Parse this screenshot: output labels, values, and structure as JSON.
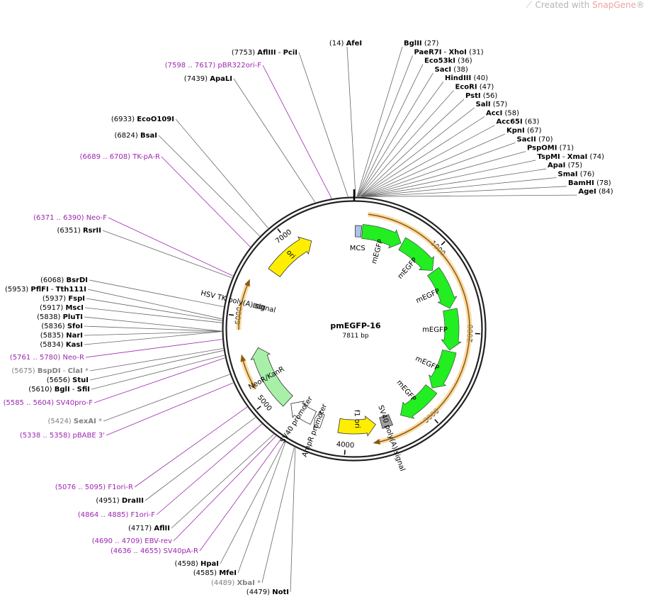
{
  "watermark": {
    "prefix": "Created with",
    "brand": "SnapGene",
    "suffix": "®"
  },
  "plasmid": {
    "name": "pmEGFP-16",
    "length_label": "7811 bp",
    "length": 7811
  },
  "ticks": [
    1000,
    2000,
    3000,
    4000,
    5000,
    6000,
    7000
  ],
  "features": [
    {
      "name": "MCS",
      "start": 14,
      "end": 90,
      "color": "#a8c4e8",
      "kind": "box"
    },
    {
      "name": "mEGFP",
      "start": 95,
      "end": 3300,
      "color": "#22ee22",
      "kind": "segmented"
    },
    {
      "name": "SV40 poly(A) signal",
      "start": 3430,
      "end": 3560,
      "color": "#a0a0a0",
      "kind": "box"
    },
    {
      "name": "f1 ori",
      "start": 3630,
      "end": 4100,
      "color": "#ffee00",
      "kind": "arrow-rev"
    },
    {
      "name": "AmpR promoter",
      "start": 4320,
      "end": 4420,
      "color": "#ffffff",
      "kind": "arrow-fwd"
    },
    {
      "name": "SV40 promoter",
      "start": 4440,
      "end": 4780,
      "color": "#ffffff",
      "kind": "arrow-fwd"
    },
    {
      "name": "NeoR/KanR",
      "start": 4830,
      "end": 5620,
      "color": "#a8f0a8",
      "kind": "arrow-fwd"
    },
    {
      "name": "HSV TK poly(A) signal",
      "start": 6120,
      "end": 6170,
      "color": "#a0a0a0",
      "kind": "box"
    },
    {
      "name": "ori",
      "start": 6620,
      "end": 7250,
      "color": "#ffee00",
      "kind": "arrow-fwd"
    }
  ],
  "orfs": [
    {
      "start": 150,
      "end": 3650,
      "dir": "fwd"
    },
    {
      "start": 5180,
      "end": 5530,
      "dir": "fwd"
    },
    {
      "start": 5850,
      "end": 6360,
      "dir": "fwd"
    }
  ],
  "mEGFP_labels": [
    "mEGFP",
    "mEGFP",
    "mEGFP",
    "mEGFP",
    "mEGFP",
    "mEGFP"
  ],
  "enzymes": [
    {
      "name": "AfeI",
      "pos": "(14)",
      "num": 14,
      "style": "normal",
      "side": "top"
    },
    {
      "name": "BglII",
      "pos": "(27)",
      "num": 27,
      "style": "normal",
      "side": "right"
    },
    {
      "name": "PaeR7I",
      "extra": "XhoI",
      "pos": "(31)",
      "num": 31,
      "style": "normal",
      "side": "right"
    },
    {
      "name": "Eco53kI",
      "pos": "(36)",
      "num": 36,
      "style": "normal",
      "side": "right"
    },
    {
      "name": "SacI",
      "pos": "(38)",
      "num": 38,
      "style": "normal",
      "side": "right"
    },
    {
      "name": "HindIII",
      "pos": "(40)",
      "num": 40,
      "style": "normal",
      "side": "right"
    },
    {
      "name": "EcoRI",
      "pos": "(47)",
      "num": 47,
      "style": "normal",
      "side": "right"
    },
    {
      "name": "PstI",
      "pos": "(56)",
      "num": 56,
      "style": "normal",
      "side": "right"
    },
    {
      "name": "SalI",
      "pos": "(57)",
      "num": 57,
      "style": "normal",
      "side": "right"
    },
    {
      "name": "AccI",
      "pos": "(58)",
      "num": 58,
      "style": "normal",
      "side": "right"
    },
    {
      "name": "Acc65I",
      "pos": "(63)",
      "num": 63,
      "style": "normal",
      "side": "right"
    },
    {
      "name": "KpnI",
      "pos": "(67)",
      "num": 67,
      "style": "normal",
      "side": "right"
    },
    {
      "name": "SacII",
      "pos": "(70)",
      "num": 70,
      "style": "normal",
      "side": "right"
    },
    {
      "name": "PspOMI",
      "pos": "(71)",
      "num": 71,
      "style": "normal",
      "side": "right"
    },
    {
      "name": "TspMI",
      "extra": "XmaI",
      "pos": "(74)",
      "num": 74,
      "style": "normal",
      "side": "right"
    },
    {
      "name": "ApaI",
      "pos": "(75)",
      "num": 75,
      "style": "normal",
      "side": "right"
    },
    {
      "name": "SmaI",
      "pos": "(76)",
      "num": 76,
      "style": "normal",
      "side": "right"
    },
    {
      "name": "BamHI",
      "pos": "(78)",
      "num": 78,
      "style": "normal",
      "side": "right"
    },
    {
      "name": "AgeI",
      "pos": "(84)",
      "num": 84,
      "style": "normal",
      "side": "right"
    },
    {
      "name": "AflIII",
      "extra": "PciI",
      "pos": "(7753)",
      "num": 7753,
      "style": "normal",
      "side": "left"
    },
    {
      "name": "pBR322ori-F",
      "pos": "(7598 .. 7617)",
      "num": 7598,
      "style": "primer",
      "side": "left"
    },
    {
      "name": "ApaLI",
      "pos": "(7439)",
      "num": 7439,
      "style": "normal",
      "side": "left"
    },
    {
      "name": "EcoO109I",
      "pos": "(6933)",
      "num": 6933,
      "style": "normal",
      "side": "left"
    },
    {
      "name": "BsaI",
      "pos": "(6824)",
      "num": 6824,
      "style": "normal",
      "side": "left"
    },
    {
      "name": "TK-pA-R",
      "pos": "(6689 .. 6708)",
      "num": 6689,
      "style": "primer",
      "side": "left"
    },
    {
      "name": "Neo-F",
      "pos": "(6371 .. 6390)",
      "num": 6371,
      "style": "primer",
      "side": "left"
    },
    {
      "name": "RsrII",
      "pos": "(6351)",
      "num": 6351,
      "style": "normal",
      "side": "left"
    },
    {
      "name": "BsrDI",
      "pos": "(6068)",
      "num": 6068,
      "style": "normal",
      "side": "left"
    },
    {
      "name": "PflFI",
      "extra": "Tth111I",
      "pos": "(5953)",
      "num": 5953,
      "style": "normal",
      "side": "left"
    },
    {
      "name": "FspI",
      "pos": "(5937)",
      "num": 5937,
      "style": "normal",
      "side": "left"
    },
    {
      "name": "MscI",
      "pos": "(5917)",
      "num": 5917,
      "style": "normal",
      "side": "left"
    },
    {
      "name": "PluTI",
      "pos": "(5838)",
      "num": 5838,
      "style": "normal",
      "side": "left"
    },
    {
      "name": "SfoI",
      "pos": "(5836)",
      "num": 5836,
      "style": "normal",
      "side": "left"
    },
    {
      "name": "NarI",
      "pos": "(5835)",
      "num": 5835,
      "style": "normal",
      "side": "left"
    },
    {
      "name": "KasI",
      "pos": "(5834)",
      "num": 5834,
      "style": "normal",
      "side": "left"
    },
    {
      "name": "Neo-R",
      "pos": "(5761 .. 5780)",
      "num": 5761,
      "style": "primer",
      "side": "left"
    },
    {
      "name": "BspDI",
      "extra": "ClaI",
      "star": "*",
      "pos": "(5675)",
      "num": 5675,
      "style": "gray",
      "side": "left"
    },
    {
      "name": "StuI",
      "pos": "(5656)",
      "num": 5656,
      "style": "normal",
      "side": "left"
    },
    {
      "name": "BglI",
      "extra": "SfiI",
      "pos": "(5610)",
      "num": 5610,
      "style": "normal",
      "side": "left"
    },
    {
      "name": "SV40pro-F",
      "pos": "(5585 .. 5604)",
      "num": 5585,
      "style": "primer",
      "side": "left"
    },
    {
      "name": "SexAI",
      "star": "*",
      "pos": "(5424)",
      "num": 5424,
      "style": "gray",
      "side": "left"
    },
    {
      "name": "pBABE 3'",
      "pos": "(5338 .. 5358)",
      "num": 5338,
      "style": "primer",
      "side": "left"
    },
    {
      "name": "F1ori-R",
      "pos": "(5076 .. 5095)",
      "num": 5076,
      "style": "primer",
      "side": "left"
    },
    {
      "name": "DraIII",
      "pos": "(4951)",
      "num": 4951,
      "style": "normal",
      "side": "left"
    },
    {
      "name": "F1ori-F",
      "pos": "(4864 .. 4885)",
      "num": 4864,
      "style": "primer",
      "side": "left"
    },
    {
      "name": "AflII",
      "pos": "(4717)",
      "num": 4717,
      "style": "normal",
      "side": "left"
    },
    {
      "name": "EBV-rev",
      "pos": "(4690 .. 4709)",
      "num": 4690,
      "style": "primer",
      "side": "left"
    },
    {
      "name": "SV40pA-R",
      "pos": "(4636 .. 4655)",
      "num": 4636,
      "style": "primer",
      "side": "left"
    },
    {
      "name": "HpaI",
      "pos": "(4598)",
      "num": 4598,
      "style": "normal",
      "side": "left"
    },
    {
      "name": "MfeI",
      "pos": "(4585)",
      "num": 4585,
      "style": "normal",
      "side": "left"
    },
    {
      "name": "XbaI",
      "star": "*",
      "pos": "(4489)",
      "num": 4489,
      "style": "gray",
      "side": "left"
    },
    {
      "name": "NotI",
      "pos": "(4479)",
      "num": 4479,
      "style": "normal",
      "side": "left"
    }
  ]
}
